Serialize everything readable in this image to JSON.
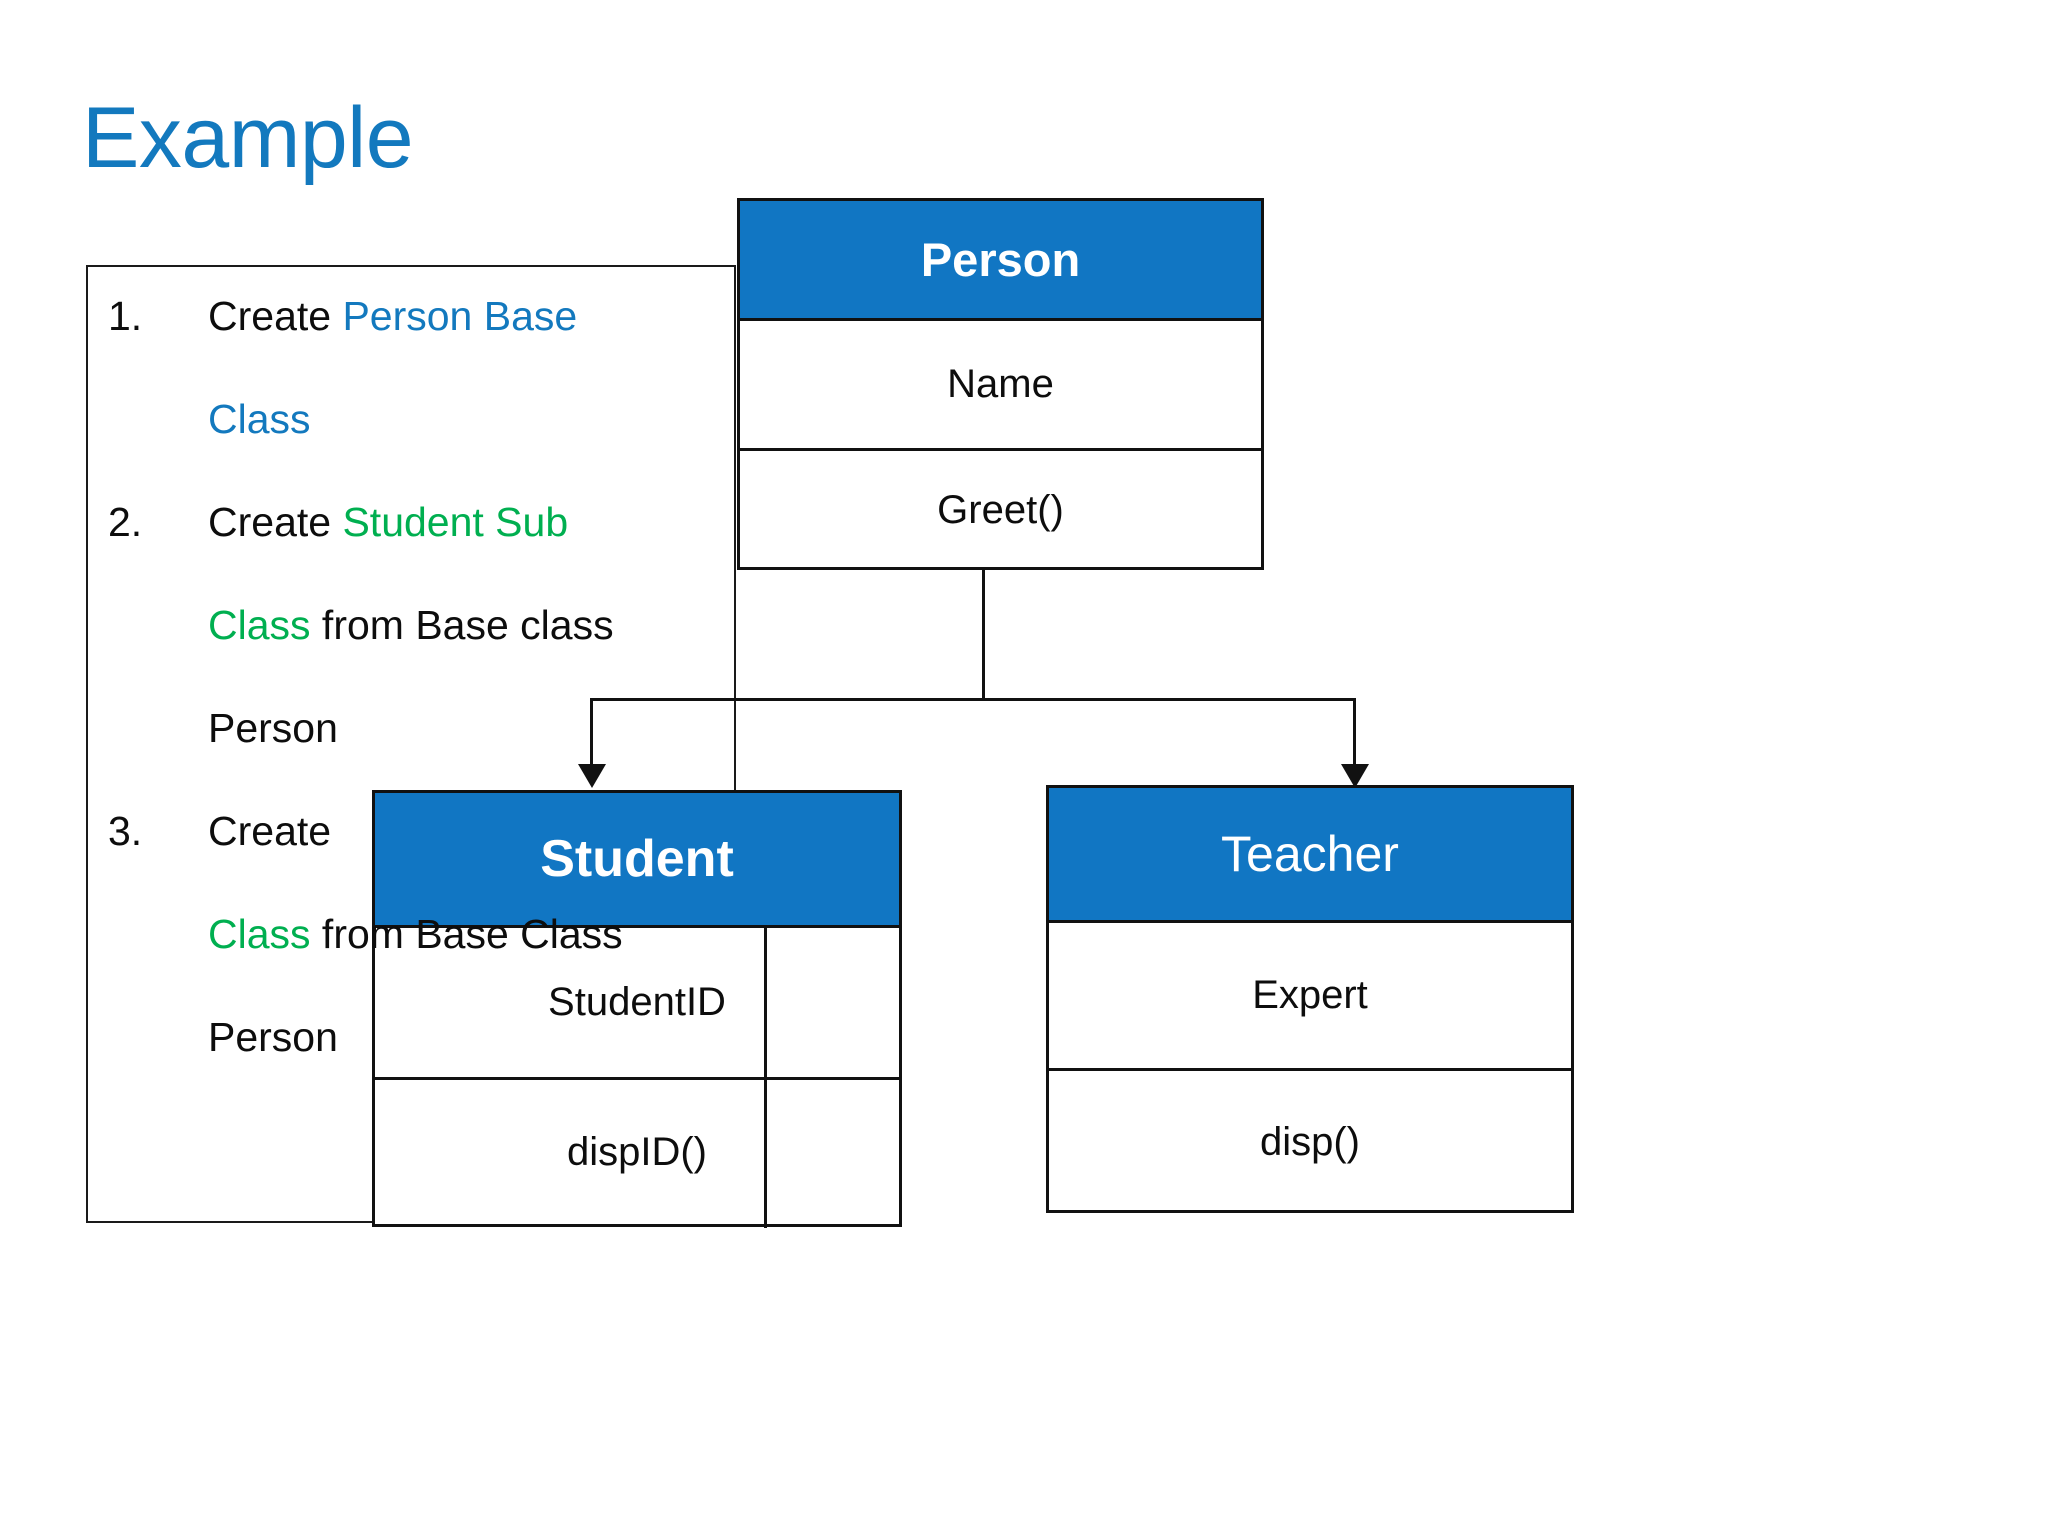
{
  "slide": {
    "title": "Example",
    "title_color": "#1379BE",
    "accent_color": "#1176C3",
    "green_color": "#00AF50",
    "text_color": "#0d0d0d"
  },
  "instructions": {
    "items": [
      {
        "number": "1.",
        "line1_plain": "Create ",
        "line1_accent": "Person Base",
        "line1_accent_color": "blue",
        "line2_accent": "Class",
        "line2_plain": "",
        "line3": ""
      },
      {
        "number": "2.",
        "line1_plain": "Create ",
        "line1_accent": "Student Sub",
        "line1_accent_color": "green",
        "line2_accent": "Class",
        "line2_plain": " from Base class",
        "line3": "Person"
      },
      {
        "number": "3.",
        "line1_plain": "Create ",
        "line1_accent": "",
        "line1_accent_color": "green",
        "line2_accent": "Class",
        "line2_plain": " from Base Class",
        "line3": "Person"
      }
    ]
  },
  "diagram": {
    "type": "uml-class-inheritance",
    "classes": [
      {
        "id": "person",
        "name": "Person",
        "attribute": "Name",
        "method": "Greet()",
        "header_bold": true
      },
      {
        "id": "student",
        "name": "Student",
        "attribute": "StudentID",
        "method": "dispID()",
        "header_bold": true
      },
      {
        "id": "teacher",
        "name": "Teacher",
        "attribute": "Expert",
        "method": "disp()",
        "header_bold": false
      }
    ],
    "relations": [
      {
        "from": "Person",
        "to": "Student",
        "kind": "inheritance-arrow"
      },
      {
        "from": "Person",
        "to": "Teacher",
        "kind": "inheritance-arrow"
      }
    ]
  }
}
